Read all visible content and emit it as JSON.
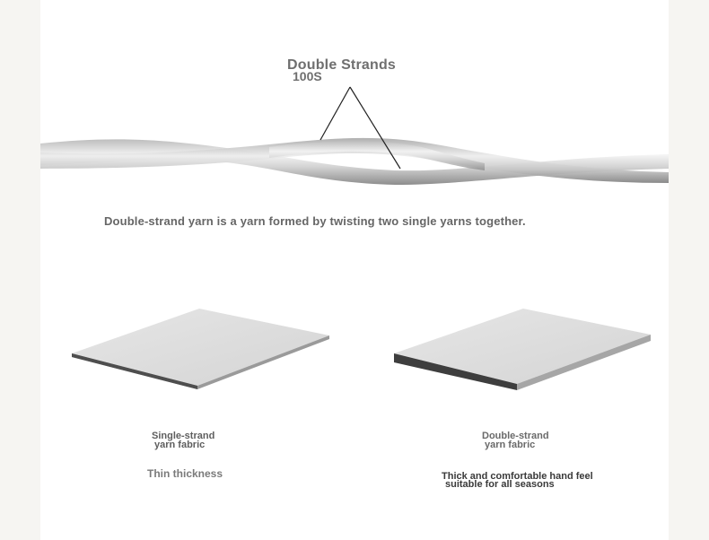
{
  "yarn_diagram": {
    "title": "Double Strands",
    "count": "100S",
    "caption": "Double-strand yarn is a yarn formed by twisting two single yarns together."
  },
  "single_fabric": {
    "name_line1": "Single-strand",
    "name_line2": "yarn fabric",
    "note": "Thin thickness"
  },
  "double_fabric": {
    "name_line1": "Double-strand",
    "name_line2": "yarn fabric",
    "note_line1": "Thick and comfortable hand feel",
    "note_line2": "suitable for all seasons"
  },
  "colors": {
    "page_bg": "#f6f5f2",
    "panel_bg": "#ffffff",
    "text_gray": "#6f6f6f",
    "fabric_top": "#dcdcdc",
    "fabric_edge": "#555555"
  }
}
